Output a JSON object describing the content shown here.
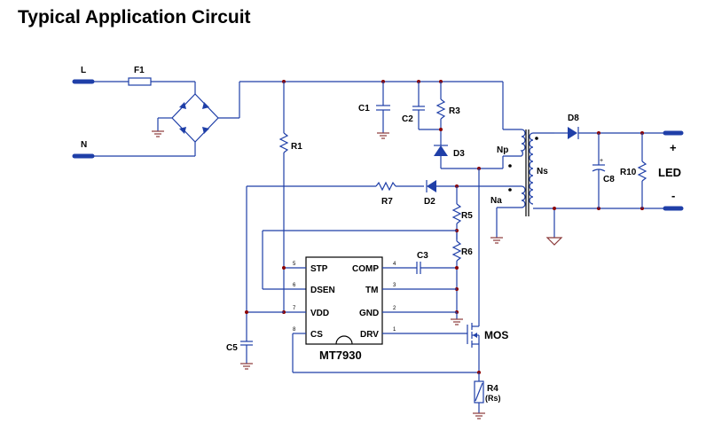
{
  "title": "Typical Application Circuit",
  "terminals": {
    "line": "L",
    "neutral": "N"
  },
  "components": {
    "F1": "F1",
    "C1": "C1",
    "C2": "C2",
    "R3": "R3",
    "D3": "D3",
    "R1": "R1",
    "R7": "R7",
    "D2": "D2",
    "R5": "R5",
    "R6": "R6",
    "C3": "C3",
    "C5": "C5",
    "D8": "D8",
    "C8": "C8",
    "R10": "R10",
    "R4": "R4",
    "Rs": "(Rs)",
    "Np": "Np",
    "Na": "Na",
    "Ns": "Ns",
    "MOS": "MOS"
  },
  "ic": {
    "name": "MT7930",
    "pins": [
      {
        "num": "5",
        "name": "STP"
      },
      {
        "num": "6",
        "name": "DSEN"
      },
      {
        "num": "7",
        "name": "VDD"
      },
      {
        "num": "8",
        "name": "CS"
      },
      {
        "num": "4",
        "name": "COMP"
      },
      {
        "num": "3",
        "name": "TM"
      },
      {
        "num": "2",
        "name": "GND"
      },
      {
        "num": "1",
        "name": "DRV"
      }
    ]
  },
  "output": {
    "plus": "+",
    "minus": "-",
    "load": "LED"
  },
  "colors": {
    "wire": "#1f3fa8",
    "terminal": "#1f3fa8",
    "dot": "#8b0000",
    "ground": "#8b3a3a"
  }
}
